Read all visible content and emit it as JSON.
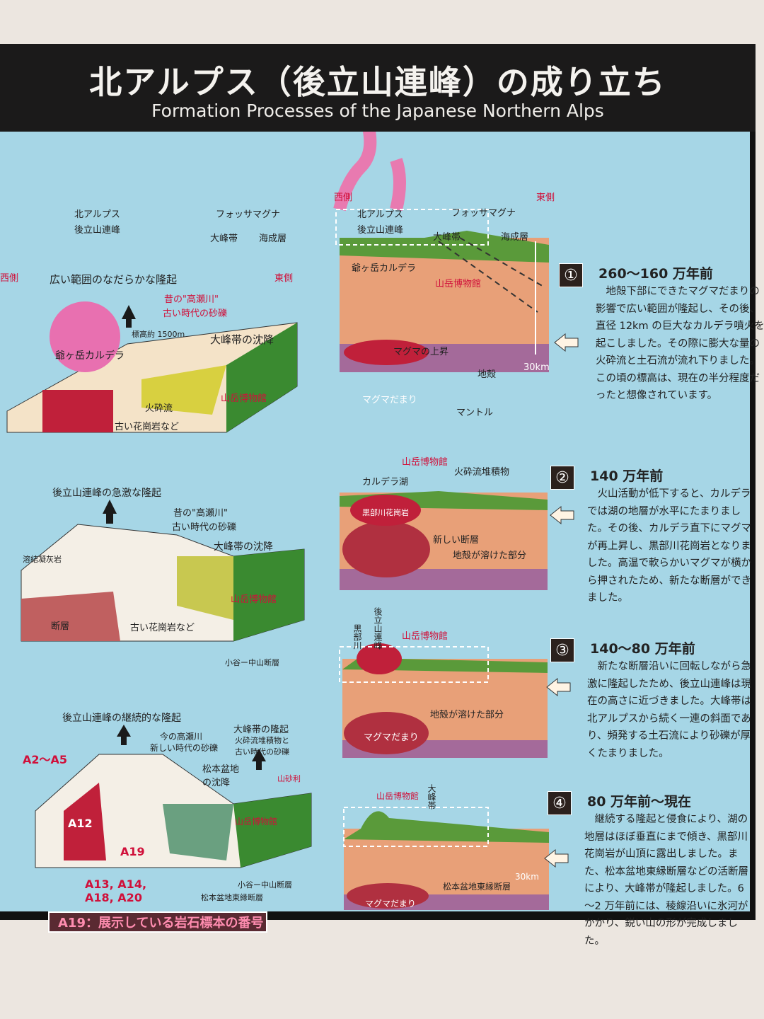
{
  "header": {
    "title_ja": "北アルプス（後立山連峰）の成り立ち",
    "title_en": "Formation Processes of the Japanese Northern Alps"
  },
  "labels": {
    "west": "西側",
    "east": "東側",
    "kita_alps": "北アルプス",
    "ushiro": "後立山連峰",
    "fossa": "フォッサマグナ",
    "omine": "大峰帯",
    "kaisei": "海成層",
    "kagadake": "爺ヶ岳カルデラ",
    "museum": "山岳博物館",
    "magma_up": "マグマの上昇",
    "chikaku": "地殻",
    "km30": "30km",
    "magma_dam": "マグマだまり",
    "mantle": "マントル",
    "hiroi": "広い範囲のなだらかな隆起",
    "mukashi": "昔の\"高瀬川\"",
    "furui_sareki": "古い時代の砂礫",
    "hyoko": "標高約 1500m",
    "omine_chinko": "大峰帯の沈降",
    "kasairyu": "火砕流",
    "furui_kako": "古い花崗岩など",
    "kagadake2": "爺ヶ岳カルデラ",
    "caldera_lake": "カルデラ湖",
    "kasai_taiseki": "火砕流堆積物",
    "kurobe_kako": "黒部川花崗岩",
    "new_fault": "新しい断層",
    "melted": "地殻が溶けた部分",
    "kyugeki": "後立山連峰の急激な隆起",
    "kurobegawa": "黒部川",
    "yoketsu": "溶結凝灰岩",
    "furui2": "古い花崗岩など",
    "dansou": "断層",
    "otani": "小谷ー中山断層",
    "ushiro_renpo": "後立山連峰",
    "melted2": "地殻が溶けた部分",
    "keizoku": "後立山連峰の継続的な隆起",
    "ima_takase": "今の高瀬川",
    "new_sareki": "新しい時代の砂礫",
    "omine_ryuki": "大峰帯の隆起",
    "omine_ryuki_sub": "火砕流堆積物と古い時代の砂礫",
    "matsumoto_chinko": "松本盆地の沈降",
    "yamasunatoshi": "山砂利",
    "matsumoto_fault": "松本盆地東縁断層",
    "otani2": "小谷ー中山断層",
    "a2a5": "A2～A5",
    "a12": "A12",
    "a19": "A19",
    "a13": "A13, A14, A18, A20",
    "omine2": "大峰帯"
  },
  "legend": "A19：展示している岩石標本の番号",
  "steps": [
    {
      "num": "①",
      "title": "260～160 万年前",
      "text": "地殻下部にできたマグマだまりの影響で広い範囲が隆起し、その後、直径 12km の巨大なカルデラ噴火を起こしました。その際に膨大な量の火砕流と土石流が流れ下りました。この頃の標高は、現在の半分程度だったと想像されています。"
    },
    {
      "num": "②",
      "title": "140 万年前",
      "text": "火山活動が低下すると、カルデラでは湖の地層が水平にたまりました。その後、カルデラ直下にマグマが再上昇し、黒部川花崗岩となりました。高温で軟らかいマグマが横から押されたため、新たな断層ができました。"
    },
    {
      "num": "③",
      "title": "140～80 万年前",
      "text": "新たな断層沿いに回転しながら急激に隆起したため、後立山連峰は現在の高さに近づきました。大峰帯は北アルプスから続く一連の斜面であり、頻発する土石流により砂礫が厚くたまりました。"
    },
    {
      "num": "④",
      "title": "80 万年前～現在",
      "text": "継続する隆起と侵食により、湖の地層はほぼ垂直にまで傾き、黒部川花崗岩が山頂に露出しました。また、松本盆地東縁断層などの活断層により、大峰帯が隆起しました。6～2 万年前には、稜線沿いに氷河がかかり、鋭い山の形が完成しました。"
    }
  ]
}
